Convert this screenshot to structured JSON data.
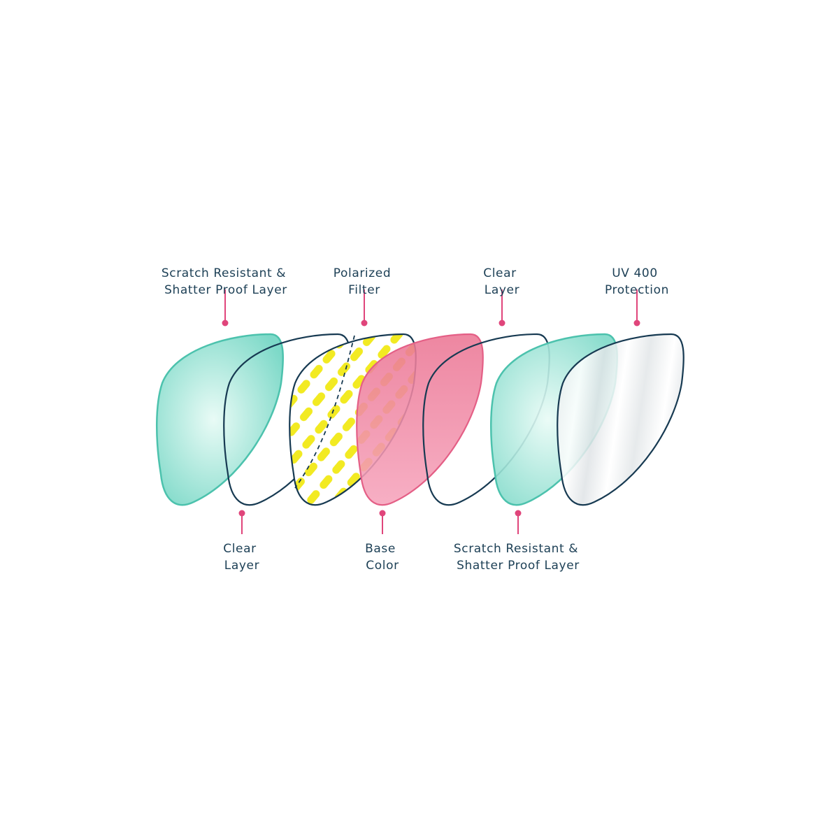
{
  "colors": {
    "label_text": "#1c3f55",
    "pointer": "#e0457b",
    "outline_dark": "#173a52",
    "outline_teal": "#4cc2ad",
    "teal_center": "#e9fbf6",
    "teal_edge": "#7dd9c8",
    "yellow": "#f2ea22",
    "pink_top": "#eb7694",
    "pink_bottom": "#f6a4bc",
    "pink_outline": "#e45f86",
    "uv_fill": "#f2f4f5"
  },
  "labels": {
    "top": [
      {
        "line1": "Scratch Resistant &",
        "line2": "Shatter Proof Layer"
      },
      {
        "line1": "Polarized",
        "line2": "Filter"
      },
      {
        "line1": "Clear",
        "line2": "Layer"
      },
      {
        "line1": "UV 400",
        "line2": "Protection"
      }
    ],
    "bottom": [
      {
        "line1": "Clear",
        "line2": "Layer"
      },
      {
        "line1": "Base",
        "line2": "Color"
      },
      {
        "line1": "Scratch Resistant &",
        "line2": "Shatter Proof Layer"
      }
    ]
  }
}
